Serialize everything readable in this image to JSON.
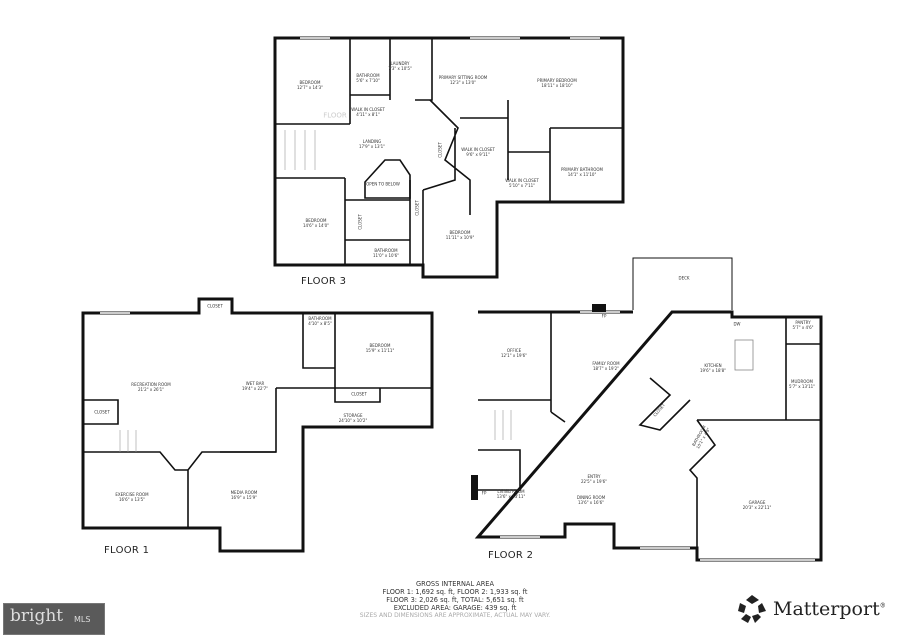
{
  "floors": {
    "floor3": {
      "label": "FLOOR 3",
      "rooms": [
        {
          "name": "BEDROOM",
          "dim": "12'7\" x 14'3\""
        },
        {
          "name": "BATHROOM",
          "dim": "5'6\" x 7'10\""
        },
        {
          "name": "LAUNDRY",
          "dim": "7'3\" x 10'5\""
        },
        {
          "name": "WALK IN CLOSET",
          "dim": "4'11\" x 8'1\""
        },
        {
          "name": "PRIMARY SITTING ROOM",
          "dim": "12'3\" x 13'0\""
        },
        {
          "name": "PRIMARY BEDROOM",
          "dim": "18'11\" x 18'10\""
        },
        {
          "name": "LANDING",
          "dim": "17'9\" x 13'1\""
        },
        {
          "name": "CLOSET",
          "dim": ""
        },
        {
          "name": "WALK IN CLOSET",
          "dim": "9'6\" x 9'11\""
        },
        {
          "name": "WALK IN CLOSET",
          "dim": "5'10\" x 7'11\""
        },
        {
          "name": "PRIMARY BATHROOM",
          "dim": "14'1\" x 11'10\""
        },
        {
          "name": "OPEN TO BELOW",
          "dim": ""
        },
        {
          "name": "BEDROOM",
          "dim": "14'6\" x 14'0\""
        },
        {
          "name": "CLOSET",
          "dim": ""
        },
        {
          "name": "CLOSET",
          "dim": ""
        },
        {
          "name": "BATHROOM",
          "dim": "11'0\" x 10'6\""
        },
        {
          "name": "BEDROOM",
          "dim": "11'11\" x 10'9\""
        }
      ],
      "watermark": "FLOOR"
    },
    "floor1": {
      "label": "FLOOR 1",
      "rooms": [
        {
          "name": "CLOSET",
          "dim": ""
        },
        {
          "name": "BATHROOM",
          "dim": "4'10\" x 8'5\""
        },
        {
          "name": "BEDROOM",
          "dim": "15'9\" x 11'11\""
        },
        {
          "name": "RECREATION ROOM",
          "dim": "21'2\" x 26'1\""
        },
        {
          "name": "WET BAR",
          "dim": "19'4\" x 22'7\""
        },
        {
          "name": "CLOSET",
          "dim": ""
        },
        {
          "name": "CLOSET",
          "dim": ""
        },
        {
          "name": "STORAGE",
          "dim": "24'10\" x 10'2\""
        },
        {
          "name": "EXERCISE ROOM",
          "dim": "16'6\" x 13'5\""
        },
        {
          "name": "MEDIA ROOM",
          "dim": "16'9\" x 15'9\""
        }
      ]
    },
    "floor2": {
      "label": "FLOOR 2",
      "rooms": [
        {
          "name": "DECK",
          "dim": ""
        },
        {
          "name": "OFFICE",
          "dim": "12'1\" x 19'6\""
        },
        {
          "name": "FAMILY ROOM",
          "dim": "18'7\" x 19'2\""
        },
        {
          "name": "KITCHEN",
          "dim": "19'6\" x 18'8\""
        },
        {
          "name": "PANTRY",
          "dim": "5'7\" x 4'6\""
        },
        {
          "name": "MUDROOM",
          "dim": "5'7\" x 13'11\""
        },
        {
          "name": "CLOSET",
          "dim": ""
        },
        {
          "name": "BATHROOM",
          "dim": "10'1\" x 4'9\""
        },
        {
          "name": "ENTRY",
          "dim": "22'5\" x 19'6\""
        },
        {
          "name": "LIVING ROOM",
          "dim": "13'6\" x 13'11\""
        },
        {
          "name": "DINING ROOM",
          "dim": "13'6\" x 16'6\""
        },
        {
          "name": "GARAGE",
          "dim": "20'3\" x 22'11\""
        }
      ],
      "fixtures": {
        "dishwasher": "DW",
        "fireplace_left": "FP",
        "fireplace_top": "FP"
      }
    }
  },
  "footer": {
    "heading": "GROSS INTERNAL AREA",
    "line1": "FLOOR 1: 1,692 sq. ft, FLOOR 2: 1,933 sq. ft",
    "line2": "FLOOR 3: 2,026 sq. ft, TOTAL: 5,651 sq. ft",
    "line3": "EXCLUDED AREA: GARAGE: 439 sq. ft",
    "disclaimer": "SIZES AND DIMENSIONS ARE APPROXIMATE, ACTUAL MAY VARY."
  },
  "brand": {
    "name": "Matterport",
    "mark": "®"
  },
  "mls_logo": {
    "text": "bright",
    "suffix": "MLS"
  },
  "colors": {
    "wall": "#111111",
    "window": "#cccccc",
    "text": "#333333"
  }
}
